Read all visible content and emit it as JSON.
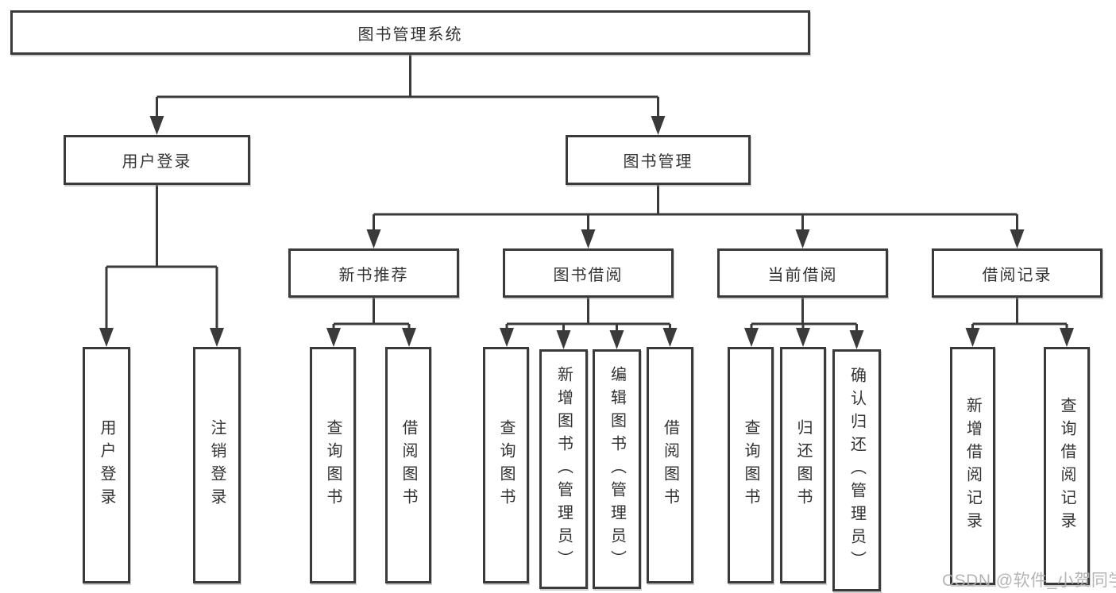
{
  "nodes": {
    "root": "图书管理系统",
    "level2": {
      "login": "用户登录",
      "mgmt": "图书管理"
    },
    "login_children": [
      "用户登录",
      "注销登录"
    ],
    "mgmt_children": [
      "新书推荐",
      "图书借阅",
      "当前借阅",
      "借阅记录"
    ],
    "newbook_children": [
      "查询图书",
      "借阅图书"
    ],
    "borrow_children": [
      "查询图书",
      "新增图书（管理员）",
      "编辑图书（管理员）",
      "借阅图书"
    ],
    "current_children": [
      "查询图书",
      "归还图书",
      "确认归还（管理员）"
    ],
    "record_children": [
      "新增借阅记录",
      "查询借阅记录"
    ]
  },
  "watermark": "CSDN @软件_小贺同学",
  "colors": {
    "line": "#3a3a3a",
    "node_border": "#3a3a3a",
    "node_text": "#333333",
    "watermark_text": "#afafaf",
    "background": "#ffffff"
  }
}
